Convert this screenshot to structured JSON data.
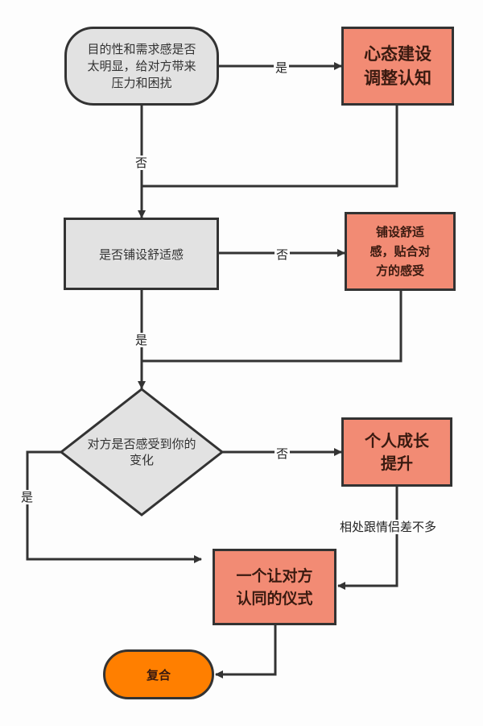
{
  "colors": {
    "decision_fill": "#e2e2e2",
    "action_fill": "#f28b74",
    "terminal_fill": "#ff7f00",
    "stroke": "#333333"
  },
  "nodes": {
    "start_decision": {
      "lines": [
        "目的性和需求感是否",
        "太明显，给对方带来",
        "压力和困扰"
      ]
    },
    "mindset": {
      "lines": [
        "心态建设",
        "调整认知"
      ]
    },
    "comfort_decision": {
      "lines": [
        "是否铺设舒适感"
      ]
    },
    "comfort_action": {
      "lines": [
        "铺设舒适",
        "感，贴合对",
        "方的感受"
      ]
    },
    "change_decision": {
      "lines": [
        "对方是否感受到你的",
        "变化"
      ]
    },
    "growth": {
      "lines": [
        "个人成长",
        "提升"
      ]
    },
    "ritual": {
      "lines": [
        "一个让对方",
        "认同的仪式"
      ]
    },
    "reconcile": {
      "lines": [
        "复合"
      ]
    }
  },
  "edges": {
    "start_yes": "是",
    "start_no": "否",
    "comfort_no": "否",
    "comfort_yes": "是",
    "change_no": "否",
    "change_yes": "是",
    "growth_to_ritual": "相处跟情侣差不多"
  }
}
